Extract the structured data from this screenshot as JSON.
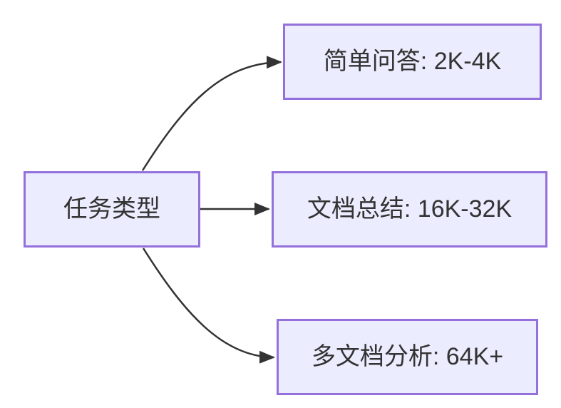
{
  "diagram": {
    "type": "flowchart",
    "direction": "left-to-right",
    "nodes": [
      {
        "id": "task-type",
        "label": "任务类型"
      },
      {
        "id": "simple-qa",
        "label": "简单问答: 2K-4K"
      },
      {
        "id": "doc-summary",
        "label": "文档总结: 16K-32K"
      },
      {
        "id": "multi-doc-analysis",
        "label": "多文档分析: 64K+"
      }
    ],
    "edges": [
      {
        "from": "任务类型",
        "to": "简单问答: 2K-4K"
      },
      {
        "from": "任务类型",
        "to": "文档总结: 16K-32K"
      },
      {
        "from": "任务类型",
        "to": "多文档分析: 64K+"
      }
    ],
    "colors": {
      "node_fill": "#ECECFF",
      "node_border": "#9370DB",
      "edge": "#333333",
      "text": "#333333",
      "background": "#FFFFFF"
    }
  }
}
